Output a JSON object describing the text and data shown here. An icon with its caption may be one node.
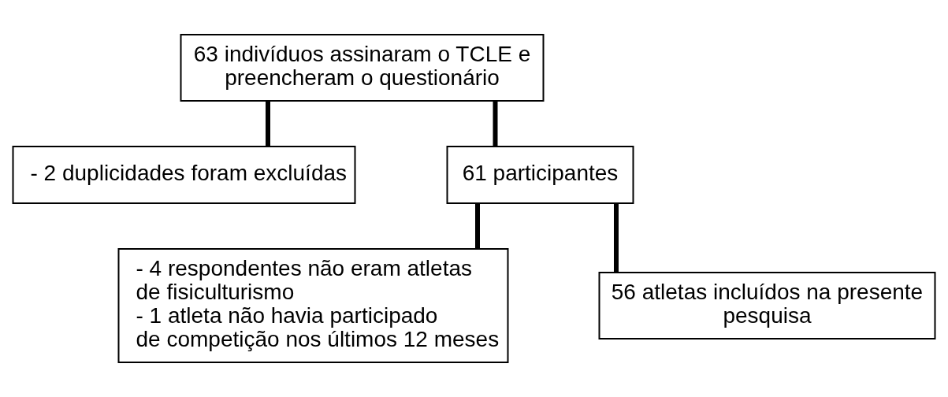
{
  "diagram": {
    "nodes": [
      {
        "text": [
          "63 indivíduos assinaram o TCLE e preencheram o questionário"
        ]
      },
      {
        "text": [
          "- 2 duplicidades foram excluídas"
        ]
      },
      {
        "text": [
          "61 participantes"
        ]
      },
      {
        "text": [
          "- 4 respondentes não eram atletas de fisiculturismo",
          "- 1 atleta não havia participado de competição nos últimos 12 meses"
        ]
      },
      {
        "text": [
          "56 atletas incluídos na presente pesquisa"
        ]
      }
    ],
    "edges": [
      {
        "from": 0,
        "to": 2,
        "arrow": "none"
      },
      {
        "from": 0,
        "to": 1,
        "arrow": "none"
      },
      {
        "from": 2,
        "to": 4,
        "arrow": "none"
      },
      {
        "from": 2,
        "to": 3,
        "arrow": "none"
      }
    ]
  }
}
